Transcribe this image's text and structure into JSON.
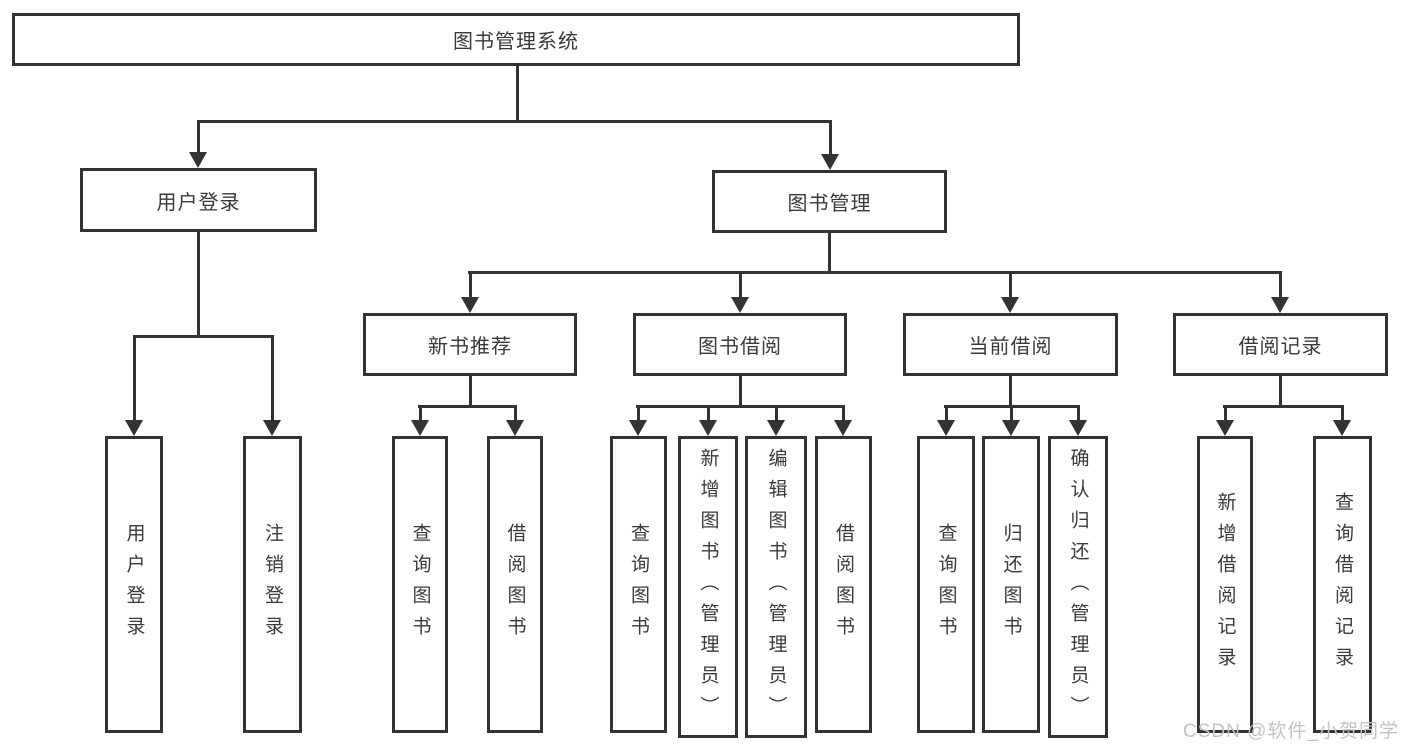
{
  "diagram": {
    "root": {
      "label": "图书管理系统"
    },
    "branches": [
      {
        "label": "用户登录",
        "children": [
          {
            "label": "用户登录"
          },
          {
            "label": "注销登录"
          }
        ]
      },
      {
        "label": "图书管理",
        "children": [
          {
            "label": "新书推荐",
            "children": [
              {
                "label": "查询图书"
              },
              {
                "label": "借阅图书"
              }
            ]
          },
          {
            "label": "图书借阅",
            "children": [
              {
                "label": "查询图书"
              },
              {
                "label": "新增图书（管理员）"
              },
              {
                "label": "编辑图书（管理员）"
              },
              {
                "label": "借阅图书"
              }
            ]
          },
          {
            "label": "当前借阅",
            "children": [
              {
                "label": "查询图书"
              },
              {
                "label": "归还图书"
              },
              {
                "label": "确认归还（管理员）"
              }
            ]
          },
          {
            "label": "借阅记录",
            "children": [
              {
                "label": "新增借阅记录"
              },
              {
                "label": "查询借阅记录"
              }
            ]
          }
        ]
      }
    ]
  },
  "watermark": {
    "text": "CSDN @软件_小贺同学"
  },
  "colors": {
    "line": "#333333",
    "text": "#3a3a3a",
    "background": "#ffffff",
    "watermark": "#c3c3c3"
  }
}
